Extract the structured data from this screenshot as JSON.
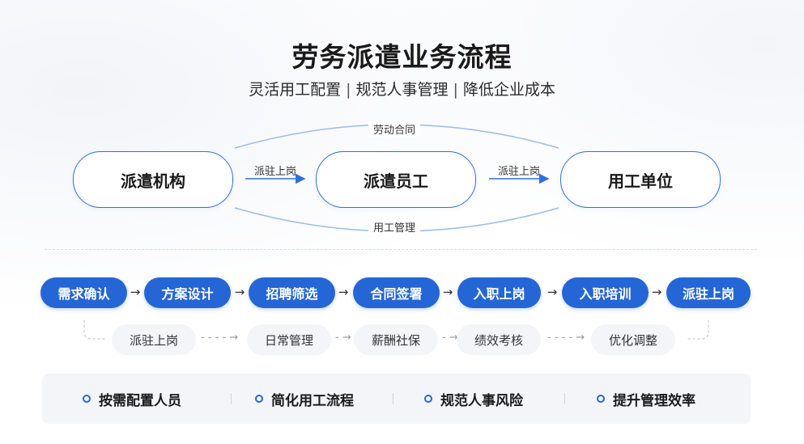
{
  "title": "劳务派遣业务流程",
  "subtitle": {
    "parts": [
      "灵活用工配置",
      "规范人事管理",
      "降低企业成本"
    ],
    "separator": "|"
  },
  "relation": {
    "top_arc_label": "劳动合同",
    "bottom_arc_label": "用工管理",
    "nodes": [
      "派遣机构",
      "派遣员工",
      "用工单位"
    ],
    "arrow_labels": [
      "派驻上岗",
      "派驻上岗"
    ],
    "accent_color": "#2f6fd8"
  },
  "process": {
    "steps": [
      "需求确认",
      "方案设计",
      "招聘筛选",
      "合同签署",
      "入职上岗",
      "入职培训",
      "派驻上岗"
    ],
    "step_color": "#2566d6",
    "arrow_glyph": "→"
  },
  "followup": {
    "items": [
      "派驻上岗",
      "日常管理",
      "薪酬社保",
      "绩效考核",
      "优化调整"
    ],
    "arrow_glyph": "→"
  },
  "benefits": [
    "按需配置人员",
    "简化用工流程",
    "规范人事风险",
    "提升管理效率"
  ]
}
